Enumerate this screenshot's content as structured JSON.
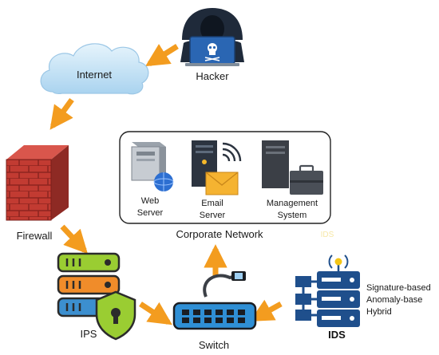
{
  "nodes": {
    "hacker": {
      "label": "Hacker"
    },
    "internet": {
      "label": "Internet"
    },
    "firewall": {
      "label": "Firewall"
    },
    "ips": {
      "label": "IPS"
    },
    "switch": {
      "label": "Switch"
    },
    "ids": {
      "label": "IDS",
      "watermark": "IDS"
    },
    "corporate_network": {
      "label": "Corporate Network",
      "web_server": {
        "line1": "Web",
        "line2": "Server"
      },
      "email_server": {
        "line1": "Email",
        "line2": "Server"
      },
      "management_system": {
        "line1": "Management",
        "line2": "System"
      }
    }
  },
  "ids_methods": [
    "Signature-based",
    "Anomaly-base",
    "Hybrid"
  ],
  "colors": {
    "arrow": "#f39c1f",
    "cloud": "#bfe0f5",
    "brick": "#c23b32",
    "server_blue": "#1f4f8c",
    "ips_green": "#9acd32",
    "ips_orange": "#f08c2a",
    "ips_blue": "#3c8fcf"
  }
}
